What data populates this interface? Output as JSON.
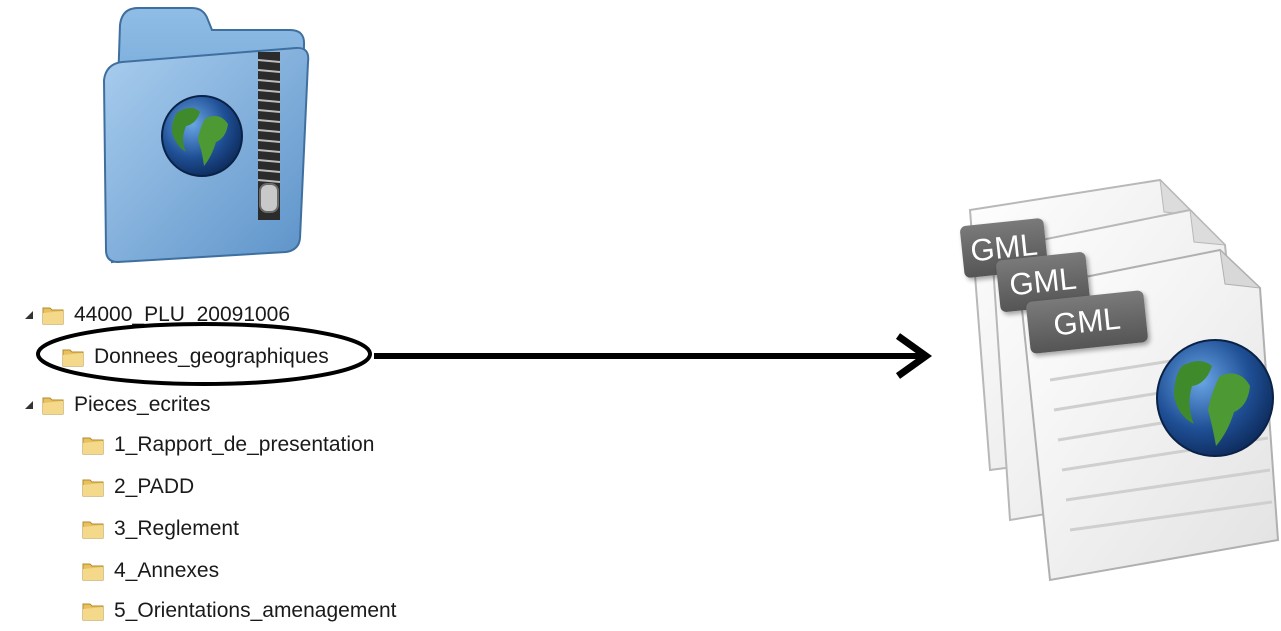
{
  "tree": {
    "items": [
      {
        "label": "44000_PLU_20091006",
        "level": 0,
        "expanded": true
      },
      {
        "label": "Donnees_geographiques",
        "level": 1,
        "expanded": false,
        "highlighted": true
      },
      {
        "label": "Pieces_ecrites",
        "level": 0,
        "expanded": true
      },
      {
        "label": "1_Rapport_de_presentation",
        "level": 1
      },
      {
        "label": "2_PADD",
        "level": 1
      },
      {
        "label": "3_Reglement",
        "level": 1
      },
      {
        "label": "4_Annexes",
        "level": 1
      },
      {
        "label": "5_Orientations_amenagement",
        "level": 1
      }
    ]
  },
  "gml_files": {
    "tabs": [
      "GML",
      "GML",
      "GML"
    ]
  },
  "colors": {
    "folder_blue": "#6e9fcd",
    "tree_folder": "#e8c060",
    "gml_tab": "#5f5f5f",
    "globe_blue": "#2a66b0",
    "globe_green": "#3f8a2a"
  },
  "icons": {
    "zip_folder": "zipped-globe-folder-icon",
    "gml_document": "gml-document-icon"
  }
}
